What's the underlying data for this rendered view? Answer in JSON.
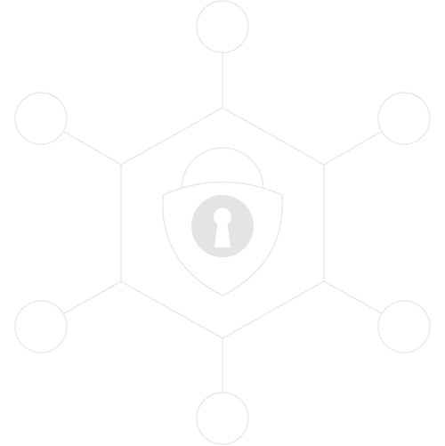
{
  "colors": {
    "background": "#ffffff",
    "stroke": "#e4e4e4",
    "keyhole_fill": "#e4e4e4",
    "keyhole_cutout": "#ffffff"
  },
  "diagram": {
    "central_icon": "shield-padlock-keyhole-icon",
    "hexagon": "hexagon-frame",
    "outer_node_count": 6,
    "outer_node_icon": "empty-circle-node"
  }
}
